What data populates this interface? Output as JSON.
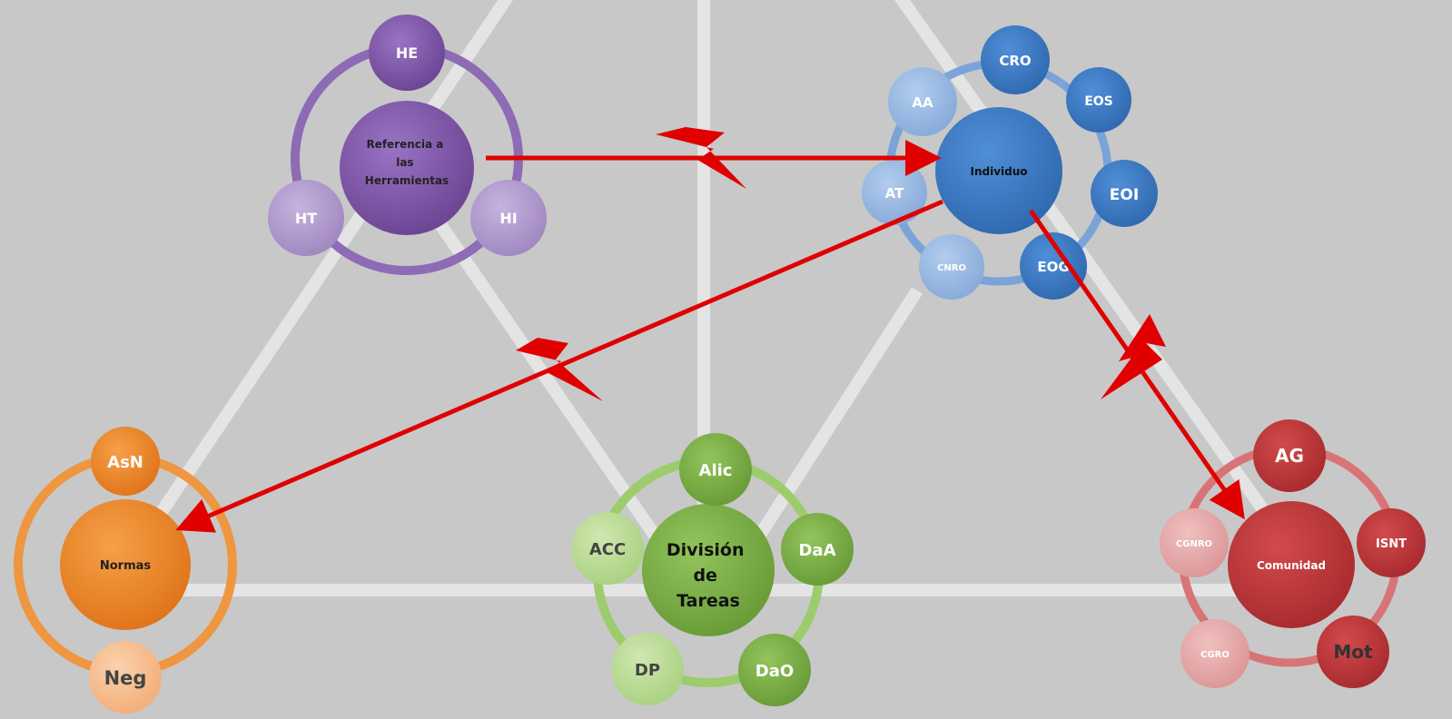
{
  "colors": {
    "background": "#c8c8c8",
    "triangle_lines": "#e4e4e4",
    "tension_arrows": "#e00000",
    "purple": "#7b52a6",
    "blue": "#3f7fc6",
    "orange": "#ee8524",
    "green": "#7fb04a",
    "red": "#c0393b"
  },
  "nodes": {
    "herramientas": {
      "center": [
        "Referencia a",
        "las",
        "Herramientas"
      ],
      "satellites": [
        "HE",
        "HT",
        "HI"
      ]
    },
    "individuo": {
      "center": "Individuo",
      "satellites": [
        "CRO",
        "AA",
        "EOS",
        "AT",
        "EOI",
        "CNRO",
        "EOG"
      ]
    },
    "normas": {
      "center": "Normas",
      "satellites": [
        "AsN",
        "Neg"
      ]
    },
    "division": {
      "center": [
        "División",
        "de",
        "Tareas"
      ],
      "satellites": [
        "Alic",
        "ACC",
        "DaA",
        "DP",
        "DaO"
      ]
    },
    "comunidad": {
      "center": "Comunidad",
      "satellites": [
        "AG",
        "CGNRO",
        "ISNT",
        "CGRO",
        "Mot"
      ]
    }
  },
  "tensions": [
    {
      "from": "herramientas",
      "to": "individuo"
    },
    {
      "from": "individuo",
      "to": "normas"
    },
    {
      "from": "individuo",
      "to": "comunidad"
    }
  ]
}
